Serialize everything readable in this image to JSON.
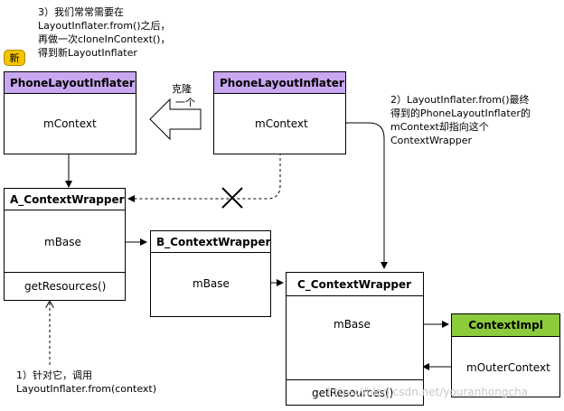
{
  "notes": {
    "note3": [
      "3）我们常常需要在",
      "LayoutInflater.from()之后，",
      "再做一次cloneInContext()，",
      "得到新LayoutInflater"
    ],
    "note2": [
      "2）LayoutInflater.from()最终",
      "得到的PhoneLayoutInflater的",
      "mContext却指向这个",
      "ContextWrapper"
    ],
    "note1": [
      "1）针对它，调用",
      "LayoutInflater.from(context)"
    ],
    "clone": [
      "克隆",
      "一个"
    ]
  },
  "badge": "新",
  "boxes": {
    "phone_new": {
      "title": "PhoneLayoutInflater",
      "field": "mContext"
    },
    "phone_orig": {
      "title": "PhoneLayoutInflater",
      "field": "mContext"
    },
    "a_wrapper": {
      "title": "A_ContextWrapper",
      "field": "mBase",
      "method": "getResources()"
    },
    "b_wrapper": {
      "title": "B_ContextWrapper",
      "field": "mBase"
    },
    "c_wrapper": {
      "title": "C_ContextWrapper",
      "field": "mBase",
      "method": "getResources()"
    },
    "context_impl": {
      "title": "ContextImpl",
      "field": "mOuterContext"
    }
  },
  "watermark": "https://blog.csdn.net/youranhongcha",
  "colors": {
    "inflater_header": "#c9a8f0",
    "context_impl_header": "#8ccb3c",
    "badge": "#f5c400"
  }
}
